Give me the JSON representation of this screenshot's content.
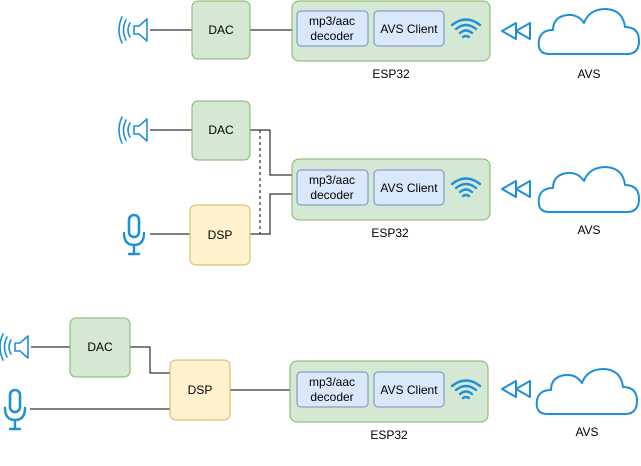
{
  "diagrams": [
    {
      "dac": "DAC",
      "decoder_line1": "mp3/aac",
      "decoder_line2": "decoder",
      "client": "AVS Client",
      "board": "ESP32",
      "cloud": "AVS"
    },
    {
      "dac": "DAC",
      "dsp": "DSP",
      "decoder_line1": "mp3/aac",
      "decoder_line2": "decoder",
      "client": "AVS Client",
      "board": "ESP32",
      "cloud": "AVS"
    },
    {
      "dac": "DAC",
      "dsp": "DSP",
      "decoder_line1": "mp3/aac",
      "decoder_line2": "decoder",
      "client": "AVS Client",
      "board": "ESP32",
      "cloud": "AVS"
    }
  ],
  "colors": {
    "green_fill": "#d5e8d4",
    "green_stroke": "#82b366",
    "yellow_fill": "#fff2cc",
    "yellow_stroke": "#d6b656",
    "blue_fill": "#dae8fc",
    "blue_stroke": "#6c8ebf",
    "icon_blue": "#1f8fd8"
  },
  "icons": [
    "speaker-icon",
    "microphone-icon",
    "wifi-icon",
    "rewind-arrows-icon",
    "cloud-icon"
  ]
}
